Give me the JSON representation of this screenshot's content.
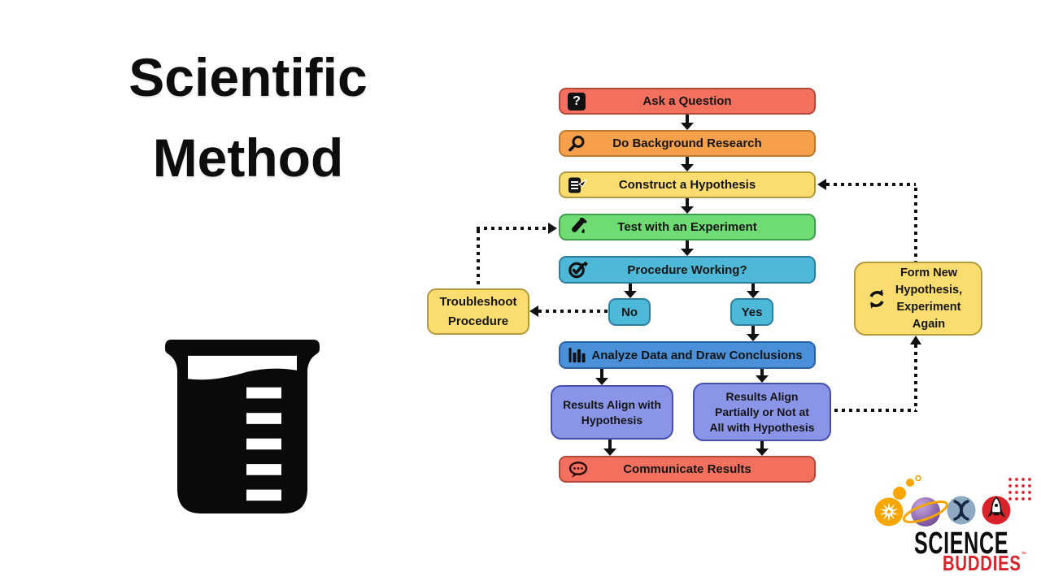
{
  "title": {
    "line1": "Scientific",
    "line2": "Method"
  },
  "left_panel": {
    "icon": "beaker-icon"
  },
  "flow": {
    "nodes": [
      {
        "label": "Ask a Question",
        "icon": "question-icon",
        "glyph": "?",
        "fill": "#f4705e",
        "border": "#b5483a"
      },
      {
        "label": "Do Background Research",
        "icon": "magnifier-icon",
        "fill": "#f6a04c",
        "border": "#bd7a2d"
      },
      {
        "label": "Construct a Hypothesis",
        "icon": "notepad-pencil-icon",
        "fill": "#fadd6e",
        "border": "#b49a3e"
      },
      {
        "label": "Test with an Experiment",
        "icon": "test-tube-icon",
        "fill": "#6edc72",
        "border": "#3da04a"
      },
      {
        "label": "Procedure Working?",
        "icon": "check-circle-icon",
        "fill": "#4db8d8",
        "border": "#2c7f9e"
      },
      {
        "label": "No",
        "fill": "#4db8d8",
        "border": "#2c7f9e"
      },
      {
        "label": "Yes",
        "fill": "#4db8d8",
        "border": "#2c7f9e"
      },
      {
        "label": "Analyze Data and Draw Conclusions",
        "icon": "bar-chart-icon",
        "fill": "#4a90d8",
        "border": "#2b62a6"
      },
      {
        "label": "Results Align with Hypothesis",
        "lines": [
          "Results Align with",
          "Hypothesis"
        ],
        "fill": "#8a95e8",
        "border": "#4850ae"
      },
      {
        "label": "Results Align Partially or Not at All with Hypothesis",
        "lines": [
          "Results Align",
          "Partially or Not at",
          "All with Hypothesis"
        ],
        "fill": "#8a95e8",
        "border": "#4850ae"
      },
      {
        "label": "Communicate Results",
        "icon": "speech-bubble-icon",
        "fill": "#f4705e",
        "border": "#b5483a"
      },
      {
        "label": "Troubleshoot Procedure",
        "lines": [
          "Troubleshoot",
          "Procedure"
        ],
        "fill": "#fadd6e",
        "border": "#b49a3e"
      },
      {
        "label": "Form New Hypothesis, Experiment Again",
        "lines": [
          "Form New",
          "Hypothesis,",
          "Experiment",
          "Again"
        ],
        "icon": "cycle-icon",
        "fill": "#fadd6e",
        "border": "#b49a3e"
      }
    ],
    "edges": [
      {
        "from": "Ask a Question",
        "to": "Do Background Research",
        "style": "solid"
      },
      {
        "from": "Do Background Research",
        "to": "Construct a Hypothesis",
        "style": "solid"
      },
      {
        "from": "Construct a Hypothesis",
        "to": "Test with an Experiment",
        "style": "solid"
      },
      {
        "from": "Test with an Experiment",
        "to": "Procedure Working?",
        "style": "solid"
      },
      {
        "from": "Procedure Working?",
        "to": "No",
        "style": "solid"
      },
      {
        "from": "Procedure Working?",
        "to": "Yes",
        "style": "solid"
      },
      {
        "from": "Yes",
        "to": "Analyze Data and Draw Conclusions",
        "style": "solid"
      },
      {
        "from": "Analyze Data and Draw Conclusions",
        "to": "Results Align with Hypothesis",
        "style": "solid"
      },
      {
        "from": "Analyze Data and Draw Conclusions",
        "to": "Results Align Partially or Not at All with Hypothesis",
        "style": "solid"
      },
      {
        "from": "Results Align with Hypothesis",
        "to": "Communicate Results",
        "style": "solid"
      },
      {
        "from": "Results Align Partially or Not at All with Hypothesis",
        "to": "Communicate Results",
        "style": "solid"
      },
      {
        "from": "No",
        "to": "Troubleshoot Procedure",
        "style": "dotted"
      },
      {
        "from": "Troubleshoot Procedure",
        "to": "Test with an Experiment",
        "style": "dotted"
      },
      {
        "from": "Results Align Partially or Not at All with Hypothesis",
        "to": "Form New Hypothesis, Experiment Again",
        "style": "dotted"
      },
      {
        "from": "Form New Hypothesis, Experiment Again",
        "to": "Construct a Hypothesis",
        "style": "dotted"
      }
    ]
  },
  "logo": {
    "word1": "SCIENCE",
    "word2": "BUDDIES",
    "tm": "™",
    "icons": [
      "sunburst-icon",
      "planet-icon",
      "dna-icon",
      "rocket-icon"
    ],
    "colors": {
      "accent_orange": "#f7a600",
      "accent_red": "#d8232a",
      "planet_purple": "#7c54a4",
      "dna_blue": "#8fa9c4"
    }
  }
}
